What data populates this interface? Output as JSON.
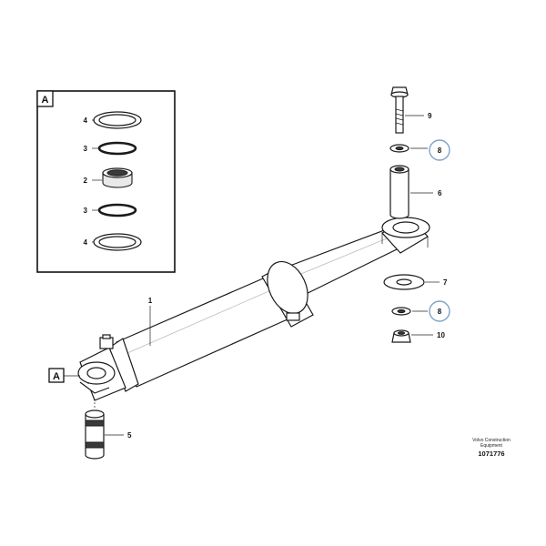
{
  "detail": {
    "tag": "A"
  },
  "callouts": {
    "detail_upper_ring": "4",
    "detail_upper_seal": "3",
    "detail_bushing": "2",
    "detail_lower_seal": "3",
    "detail_lower_ring": "4",
    "cylinder": "1",
    "bolt": "9",
    "washer_upper": "8",
    "sleeve": "6",
    "washer_large": "7",
    "washer_lower": "8",
    "nut": "10",
    "pin": "5"
  },
  "detail_ref": {
    "tag": "A"
  },
  "footer": {
    "brand_line1": "Volvo Construction",
    "brand_line2": "Equipment",
    "doc_number": "1071776"
  },
  "colors": {
    "highlight": "#7fa3c8",
    "ink": "#1a1a1a"
  }
}
